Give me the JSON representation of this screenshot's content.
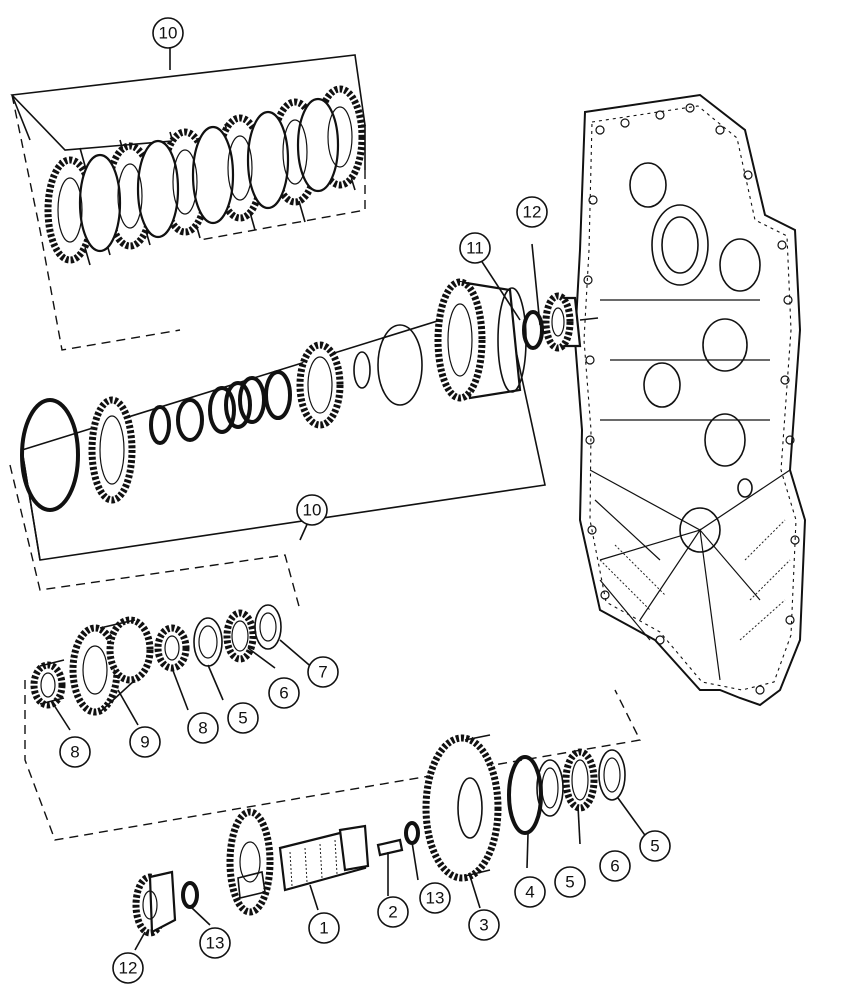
{
  "callouts": {
    "c10_top": "10",
    "c10_mid": "10",
    "c11": "11",
    "c12_top": "12",
    "c7": "7",
    "c6_mid": "6",
    "c5_mid": "5",
    "c8_right": "8",
    "c9": "9",
    "c8_left": "8",
    "c5_right": "5",
    "c6_low": "6",
    "c5_low": "5",
    "c4": "4",
    "c3": "3",
    "c13_mid": "13",
    "c2": "2",
    "c1": "1",
    "c13_low": "13",
    "c12_low": "12"
  }
}
